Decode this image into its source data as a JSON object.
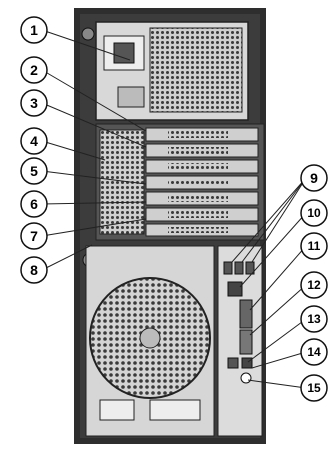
{
  "callouts": [
    {
      "label": "1"
    },
    {
      "label": "2"
    },
    {
      "label": "3"
    },
    {
      "label": "4"
    },
    {
      "label": "5"
    },
    {
      "label": "6"
    },
    {
      "label": "7"
    },
    {
      "label": "8"
    },
    {
      "label": "9"
    },
    {
      "label": "10"
    },
    {
      "label": "11"
    },
    {
      "label": "12"
    },
    {
      "label": "13"
    },
    {
      "label": "14"
    },
    {
      "label": "15"
    }
  ],
  "colors": {
    "chassis": "#2e2e2e",
    "panel": "#d8d8d8",
    "line": "#222222",
    "background": "#ffffff"
  }
}
